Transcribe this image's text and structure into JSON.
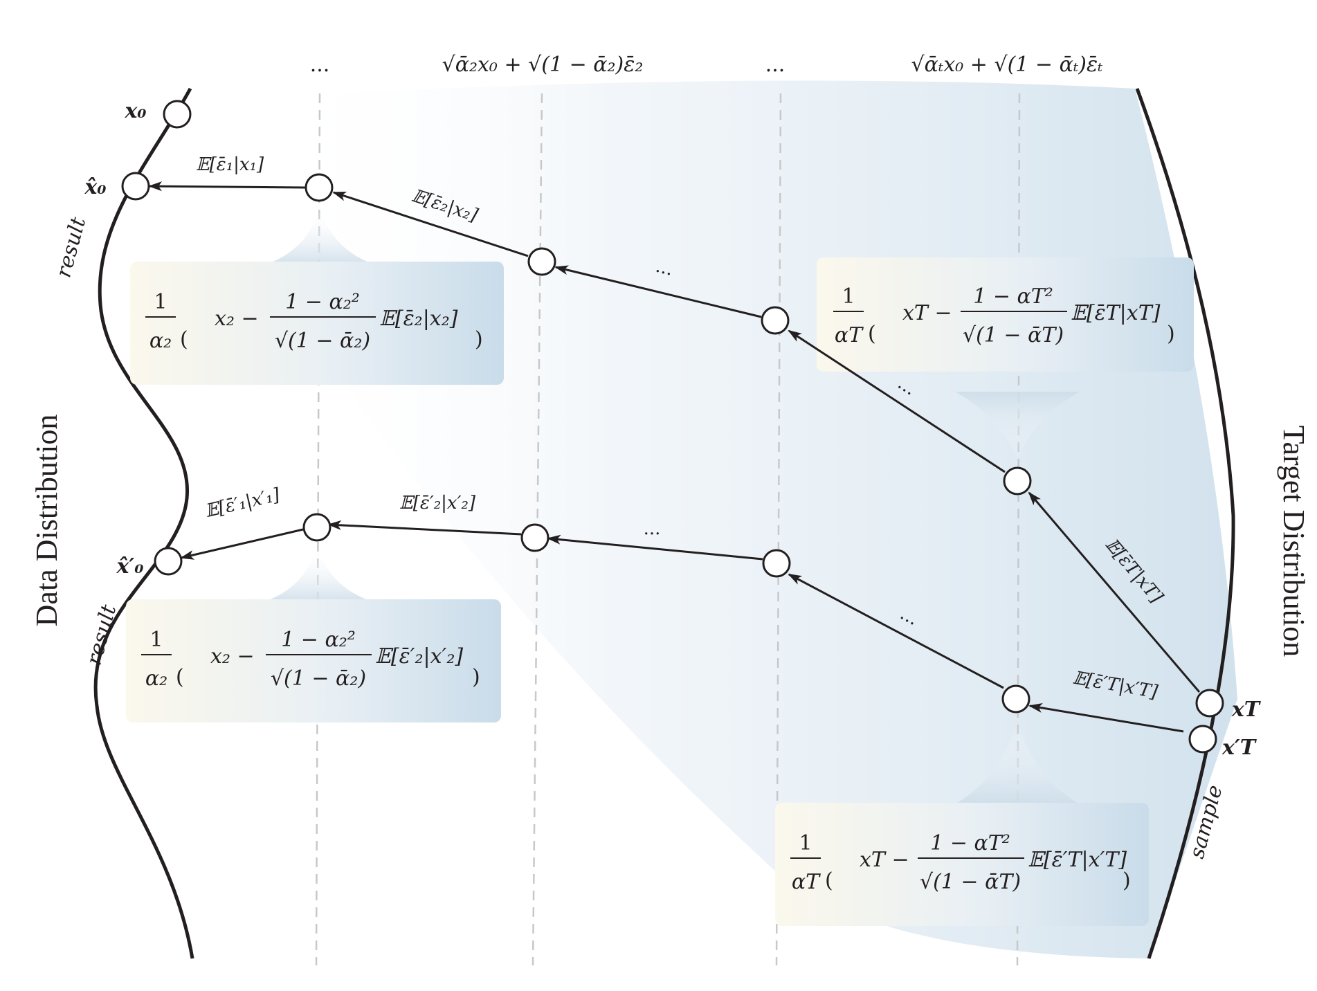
{
  "header": {
    "ellipsis_1": "...",
    "formula_step2": "√ᾱ₂x₀ + √(1 − ᾱ₂)ε̄₂",
    "ellipsis_2": "...",
    "formula_stept": "√ᾱₜx₀ + √(1 − ᾱₜ)ε̄ₜ"
  },
  "axes": {
    "left_title": "Data Distribution",
    "right_title": "Target Distribution"
  },
  "left_curve": {
    "x0_label": "x₀",
    "x0hat_label": "x̂₀",
    "x0hat_prime_label": "x̂′₀",
    "result_label_1": "result",
    "result_label_2": "result"
  },
  "right_curve": {
    "xT_label": "xT",
    "xT_prime_label": "x′T",
    "sample_label": "sample"
  },
  "top_path": {
    "edge_1": "𝔼[ε̄₁|x₁]",
    "edge_2": "𝔼[ε̄₂|x₂]",
    "edge_3": "...",
    "edge_4": "...",
    "edge_T": "𝔼[ε̄T|xT]"
  },
  "bottom_path": {
    "edge_1": "𝔼[ε̄′₁|x′₁]",
    "edge_2": "𝔼[ε̄′₂|x′₂]",
    "edge_3": "...",
    "edge_4": "...",
    "edge_T": "𝔼[ε̄′T|x′T]"
  },
  "formula_boxes": {
    "top_left": {
      "frac_num": "1",
      "frac_den": "α₂",
      "lead": "x₂ −",
      "inner_num": "1 − α₂²",
      "inner_den": "√(1 − ᾱ₂)",
      "tail": "𝔼[ε̄₂|x₂]"
    },
    "top_right": {
      "frac_num": "1",
      "frac_den": "αT",
      "lead": "xT −",
      "inner_num": "1 − αT²",
      "inner_den": "√(1 − ᾱT)",
      "tail": "𝔼[ε̄T|xT]"
    },
    "bottom_left": {
      "frac_num": "1",
      "frac_den": "α₂",
      "lead": "x₂ −",
      "inner_num": "1 − α₂²",
      "inner_den": "√(1 − ᾱ₂)",
      "tail": "𝔼[ε̄′₂|x′₂]"
    },
    "bottom_right": {
      "frac_num": "1",
      "frac_den": "αT",
      "lead": "xT −",
      "inner_num": "1 − αT²",
      "inner_den": "√(1 − ᾱT)",
      "tail": "𝔼[ε̄′T|x′T]"
    }
  },
  "colors": {
    "line": "#231f20",
    "guide": "#c8c8c8",
    "box_blue": "#c8dcea",
    "box_cream": "#fbf8ec",
    "field_blue": "#d7e4ef"
  }
}
